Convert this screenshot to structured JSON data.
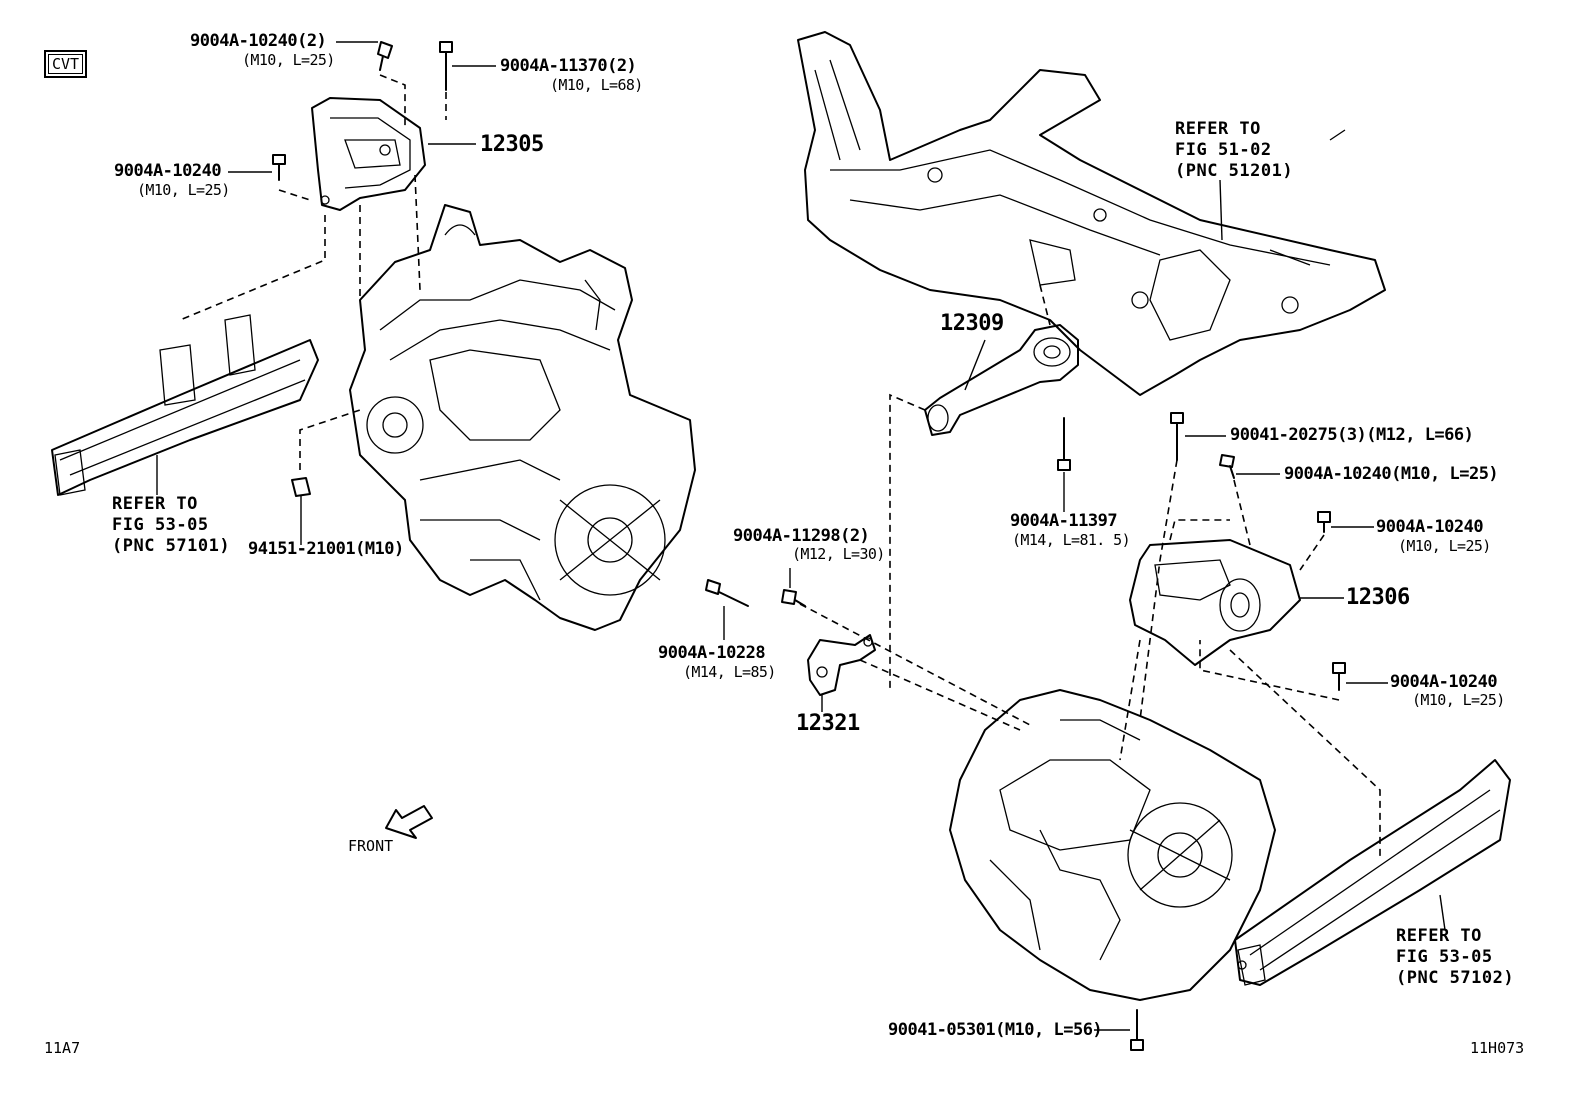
{
  "badge": "CVT",
  "sheet_code_left": "11A7",
  "sheet_code_right": "11H073",
  "front_label": "FRONT",
  "parts": {
    "p12305": "12305",
    "p12306": "12306",
    "p12309": "12309",
    "p12321": "12321"
  },
  "bolts": {
    "b1": {
      "number": "9004A-10240(2)",
      "spec": "(M10, L=25)"
    },
    "b2": {
      "number": "9004A-11370(2)",
      "spec": "(M10, L=68)"
    },
    "b3": {
      "number": "9004A-10240",
      "spec": "(M10, L=25)"
    },
    "b4": {
      "number": "94151-21001(M10)"
    },
    "b5": {
      "number": "9004A-11298(2)",
      "spec": "(M12, L=30)"
    },
    "b6": {
      "number": "9004A-10228",
      "spec": "(M14, L=85)"
    },
    "b7": {
      "number": "9004A-11397",
      "spec": "(M14, L=81. 5)"
    },
    "b8": {
      "number": "90041-20275(3)(M12, L=66)"
    },
    "b9": {
      "number": "9004A-10240(M10, L=25)"
    },
    "b10": {
      "number": "9004A-10240",
      "spec": "(M10, L=25)"
    },
    "b11": {
      "number": "9004A-10240",
      "spec": "(M10, L=25)"
    },
    "b12": {
      "number": "90041-05301(M10, L=56)"
    }
  },
  "refs": {
    "r1": [
      "REFER TO",
      "FIG 51-02",
      "(PNC 51201)"
    ],
    "r2": [
      "REFER TO",
      "FIG 53-05",
      "(PNC 57101)"
    ],
    "r3": [
      "REFER TO",
      "FIG 53-05",
      "(PNC 57102)"
    ]
  },
  "icons": [
    "bolt-icon",
    "nut-icon",
    "front-arrow-icon"
  ]
}
